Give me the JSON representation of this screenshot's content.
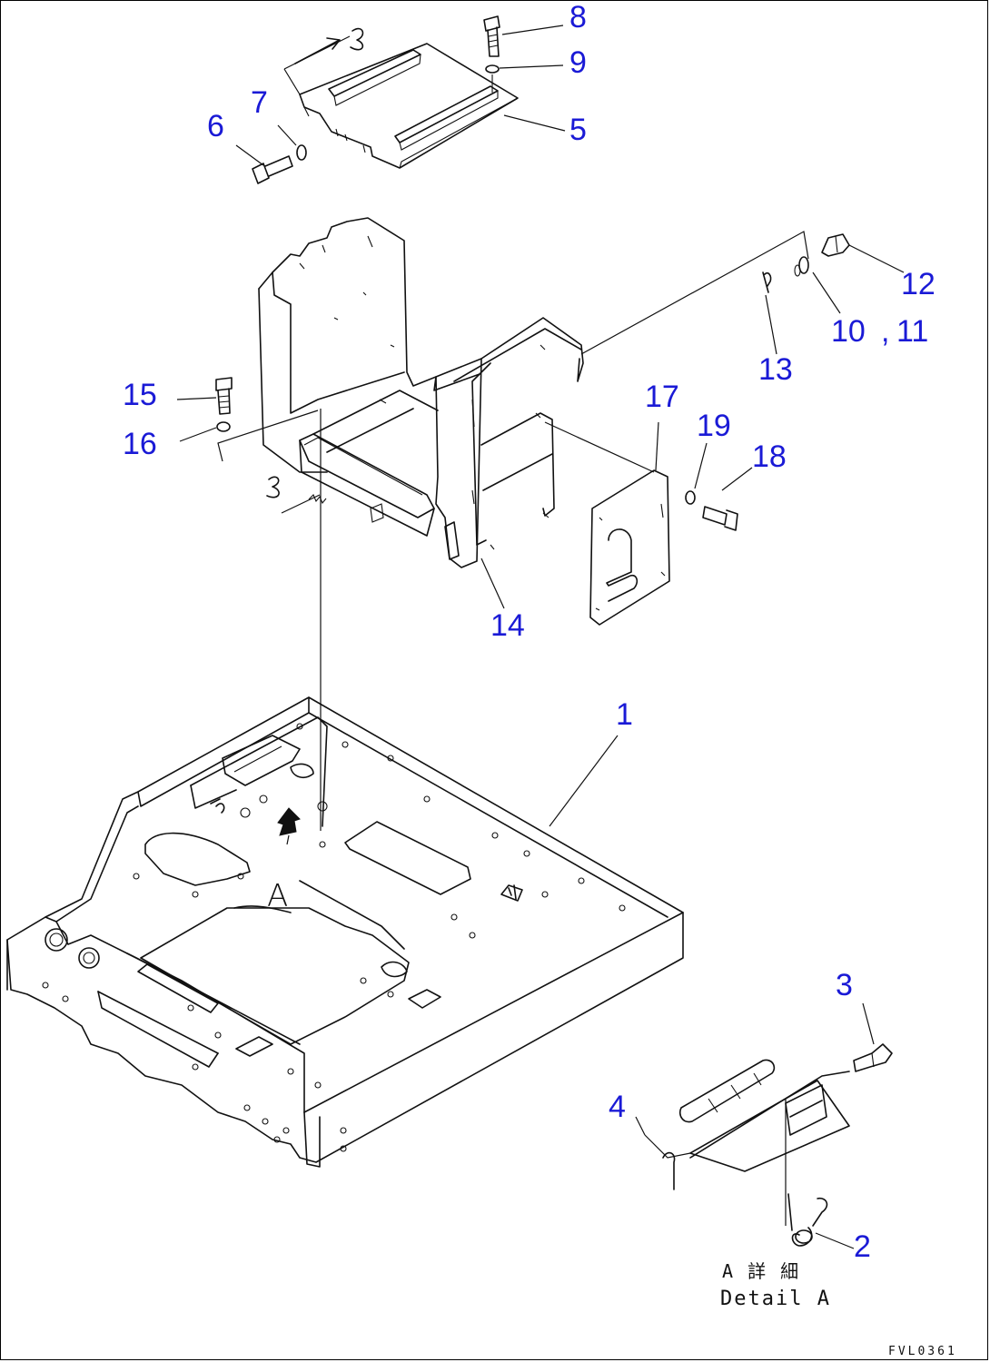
{
  "drawing": {
    "callouts": [
      "1",
      "2",
      "3",
      "4",
      "5",
      "6",
      "7",
      "8",
      "9",
      "10",
      "11",
      "12",
      "13",
      "14",
      "15",
      "16",
      "17",
      "18",
      "19"
    ],
    "separator": ",",
    "view_marks": {
      "upper": "A",
      "lower": "A"
    },
    "detail_title_jp": "A 詳 細",
    "detail_title_en": "Detail A",
    "drawing_code": "FVL0361"
  },
  "colors": {
    "callout": "#1a1ad6",
    "line": "#111111",
    "background": "#ffffff"
  }
}
